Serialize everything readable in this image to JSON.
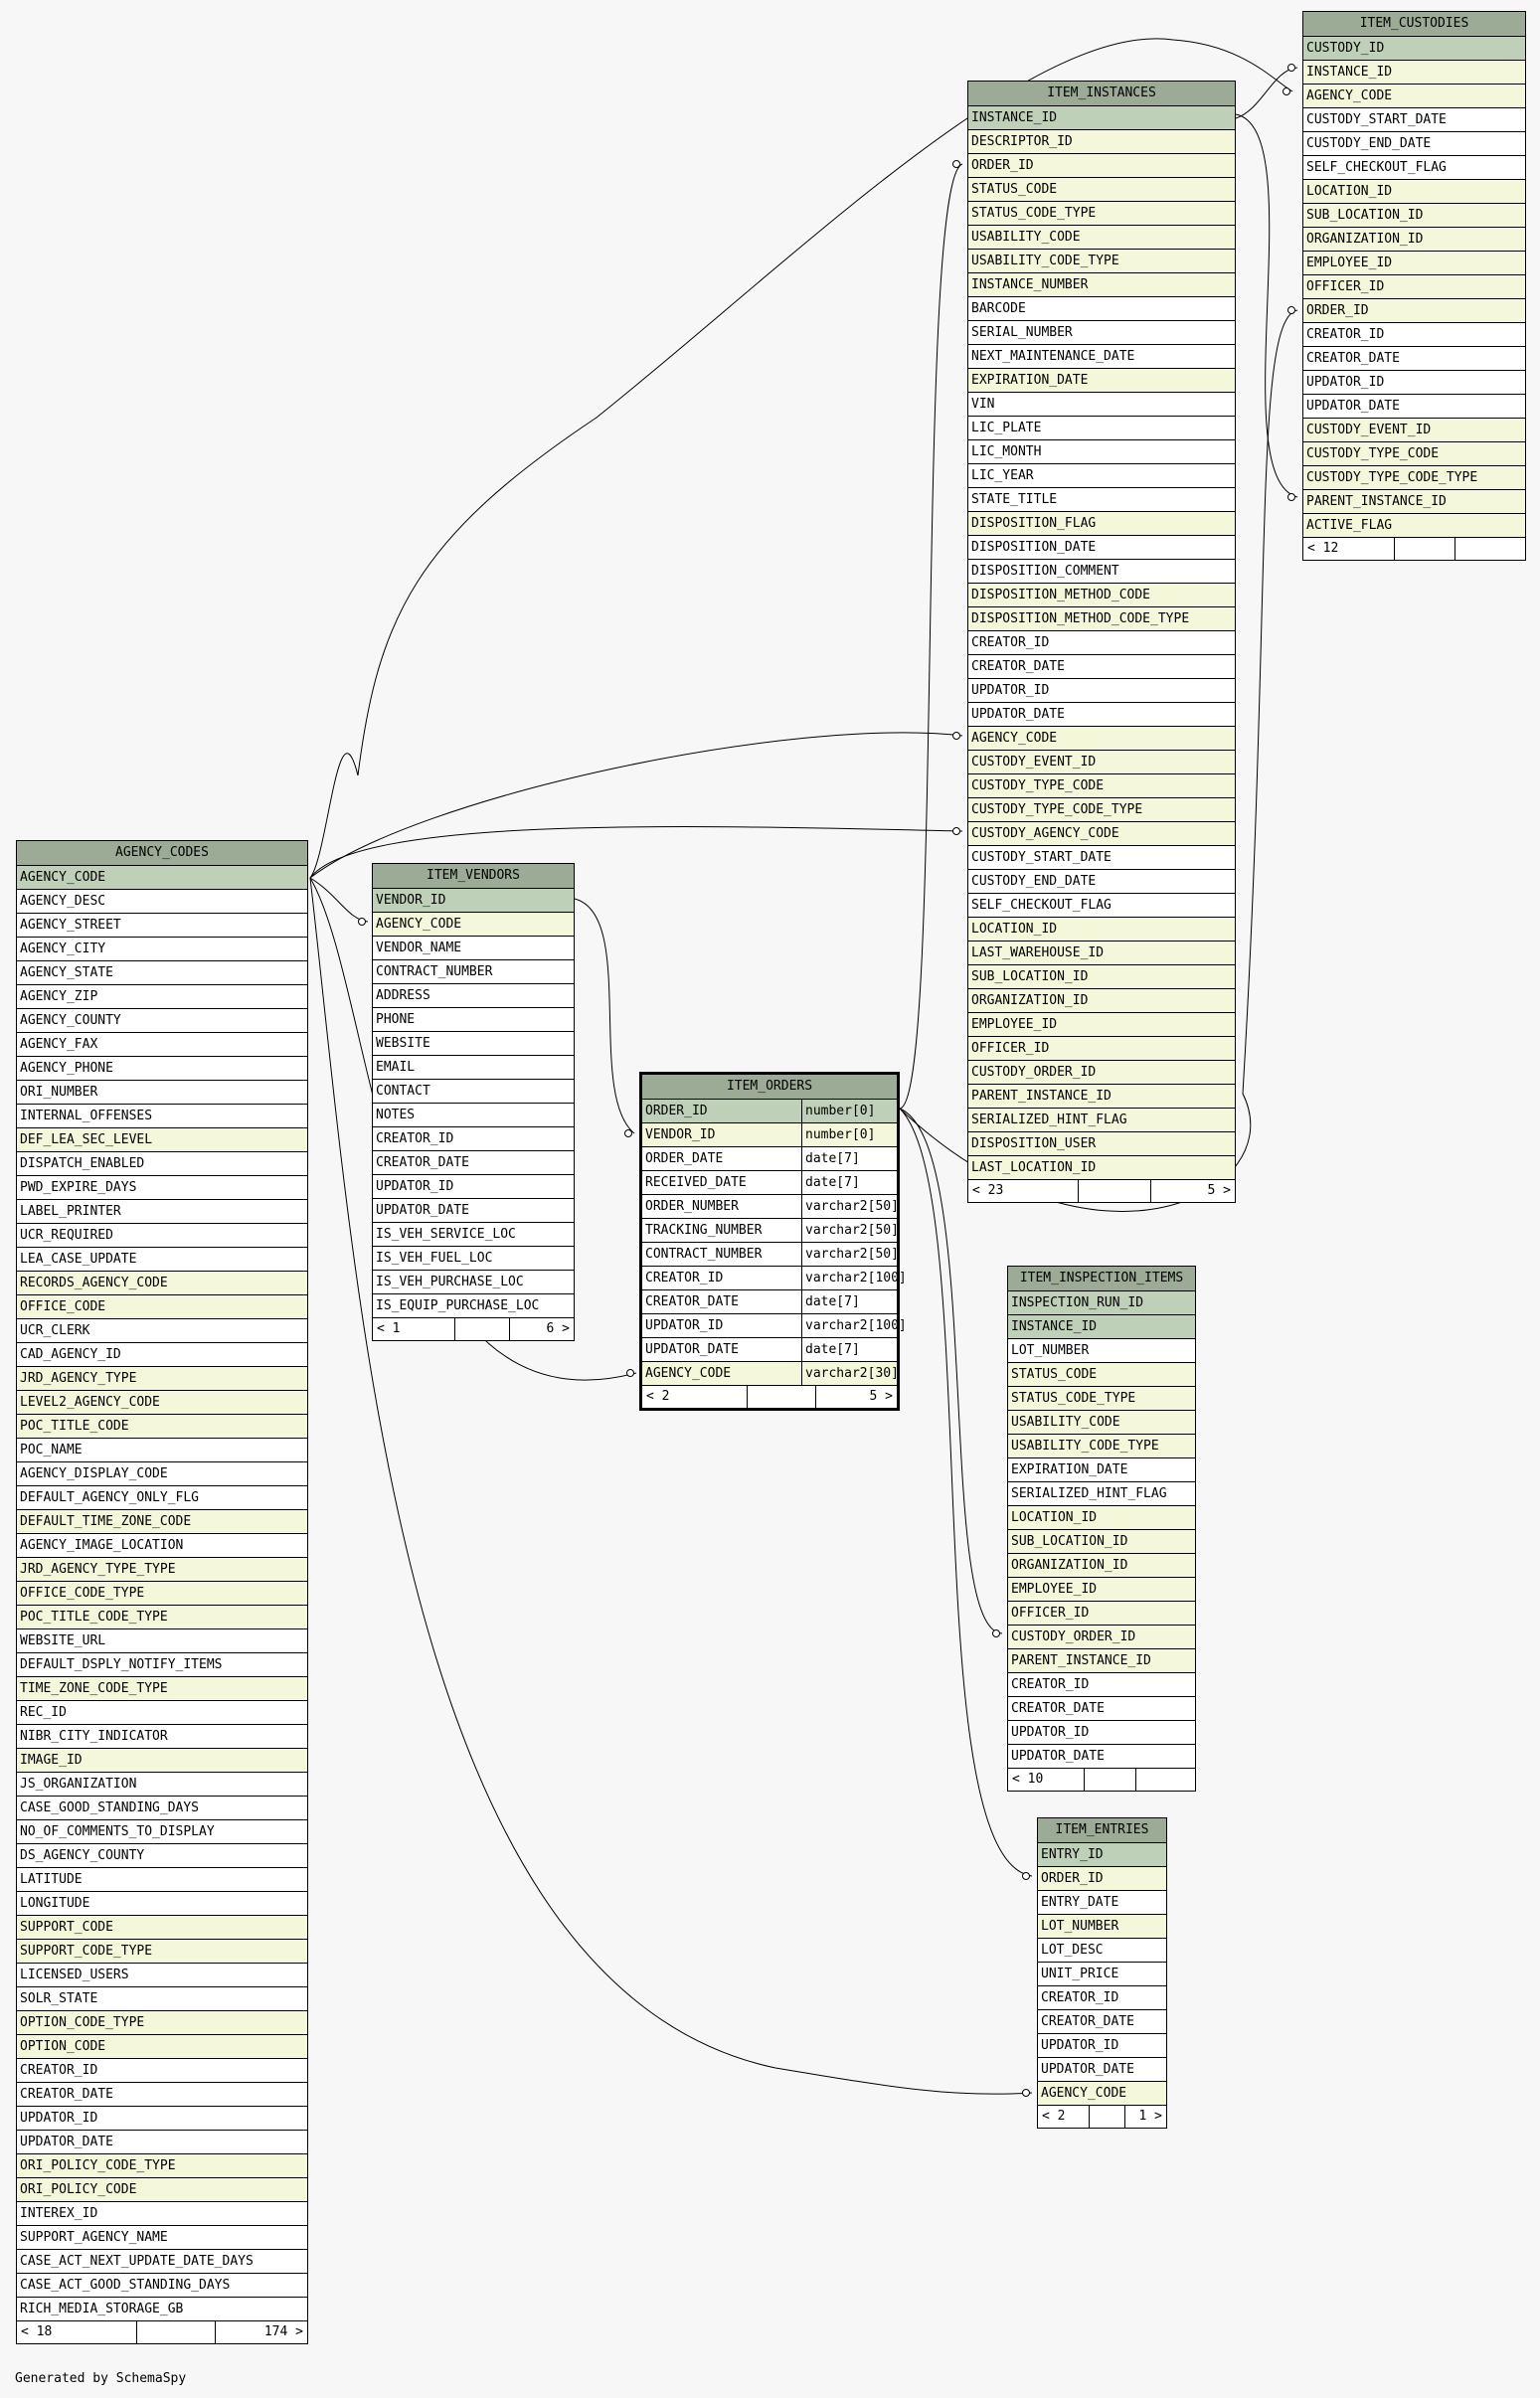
{
  "footer": "Generated by SchemaSpy",
  "colors": {
    "header": "#9bab96",
    "pk": "#bed1b8",
    "fk": "#f4f7da",
    "plain": "#ffffff",
    "background": "#f7f7f7"
  },
  "tables": [
    {
      "id": "item_custodies",
      "name": "ITEM_CUSTODIES",
      "columns": [
        {
          "name": "CUSTODY_ID",
          "k": "pk"
        },
        {
          "name": "INSTANCE_ID",
          "k": "fk"
        },
        {
          "name": "AGENCY_CODE",
          "k": "fk"
        },
        {
          "name": "CUSTODY_START_DATE",
          "k": "plain"
        },
        {
          "name": "CUSTODY_END_DATE",
          "k": "plain"
        },
        {
          "name": "SELF_CHECKOUT_FLAG",
          "k": "plain"
        },
        {
          "name": "LOCATION_ID",
          "k": "fk"
        },
        {
          "name": "SUB_LOCATION_ID",
          "k": "fk"
        },
        {
          "name": "ORGANIZATION_ID",
          "k": "fk"
        },
        {
          "name": "EMPLOYEE_ID",
          "k": "fk"
        },
        {
          "name": "OFFICER_ID",
          "k": "fk"
        },
        {
          "name": "ORDER_ID",
          "k": "fk"
        },
        {
          "name": "CREATOR_ID",
          "k": "plain"
        },
        {
          "name": "CREATOR_DATE",
          "k": "plain"
        },
        {
          "name": "UPDATOR_ID",
          "k": "plain"
        },
        {
          "name": "UPDATOR_DATE",
          "k": "plain"
        },
        {
          "name": "CUSTODY_EVENT_ID",
          "k": "fk"
        },
        {
          "name": "CUSTODY_TYPE_CODE",
          "k": "fk"
        },
        {
          "name": "CUSTODY_TYPE_CODE_TYPE",
          "k": "fk"
        },
        {
          "name": "PARENT_INSTANCE_ID",
          "k": "fk"
        },
        {
          "name": "ACTIVE_FLAG",
          "k": "fk"
        }
      ],
      "footer": {
        "left": "< 12",
        "right": ""
      }
    },
    {
      "id": "item_instances",
      "name": "ITEM_INSTANCES",
      "columns": [
        {
          "name": "INSTANCE_ID",
          "k": "pk"
        },
        {
          "name": "DESCRIPTOR_ID",
          "k": "fk"
        },
        {
          "name": "ORDER_ID",
          "k": "fk"
        },
        {
          "name": "STATUS_CODE",
          "k": "fk"
        },
        {
          "name": "STATUS_CODE_TYPE",
          "k": "fk"
        },
        {
          "name": "USABILITY_CODE",
          "k": "fk"
        },
        {
          "name": "USABILITY_CODE_TYPE",
          "k": "fk"
        },
        {
          "name": "INSTANCE_NUMBER",
          "k": "fk"
        },
        {
          "name": "BARCODE",
          "k": "plain"
        },
        {
          "name": "SERIAL_NUMBER",
          "k": "plain"
        },
        {
          "name": "NEXT_MAINTENANCE_DATE",
          "k": "plain"
        },
        {
          "name": "EXPIRATION_DATE",
          "k": "fk"
        },
        {
          "name": "VIN",
          "k": "plain"
        },
        {
          "name": "LIC_PLATE",
          "k": "plain"
        },
        {
          "name": "LIC_MONTH",
          "k": "plain"
        },
        {
          "name": "LIC_YEAR",
          "k": "plain"
        },
        {
          "name": "STATE_TITLE",
          "k": "plain"
        },
        {
          "name": "DISPOSITION_FLAG",
          "k": "fk"
        },
        {
          "name": "DISPOSITION_DATE",
          "k": "plain"
        },
        {
          "name": "DISPOSITION_COMMENT",
          "k": "plain"
        },
        {
          "name": "DISPOSITION_METHOD_CODE",
          "k": "fk"
        },
        {
          "name": "DISPOSITION_METHOD_CODE_TYPE",
          "k": "fk"
        },
        {
          "name": "CREATOR_ID",
          "k": "plain"
        },
        {
          "name": "CREATOR_DATE",
          "k": "plain"
        },
        {
          "name": "UPDATOR_ID",
          "k": "plain"
        },
        {
          "name": "UPDATOR_DATE",
          "k": "plain"
        },
        {
          "name": "AGENCY_CODE",
          "k": "fk"
        },
        {
          "name": "CUSTODY_EVENT_ID",
          "k": "fk"
        },
        {
          "name": "CUSTODY_TYPE_CODE",
          "k": "fk"
        },
        {
          "name": "CUSTODY_TYPE_CODE_TYPE",
          "k": "fk"
        },
        {
          "name": "CUSTODY_AGENCY_CODE",
          "k": "fk"
        },
        {
          "name": "CUSTODY_START_DATE",
          "k": "plain"
        },
        {
          "name": "CUSTODY_END_DATE",
          "k": "plain"
        },
        {
          "name": "SELF_CHECKOUT_FLAG",
          "k": "plain"
        },
        {
          "name": "LOCATION_ID",
          "k": "fk"
        },
        {
          "name": "LAST_WAREHOUSE_ID",
          "k": "fk"
        },
        {
          "name": "SUB_LOCATION_ID",
          "k": "fk"
        },
        {
          "name": "ORGANIZATION_ID",
          "k": "fk"
        },
        {
          "name": "EMPLOYEE_ID",
          "k": "fk"
        },
        {
          "name": "OFFICER_ID",
          "k": "fk"
        },
        {
          "name": "CUSTODY_ORDER_ID",
          "k": "fk"
        },
        {
          "name": "PARENT_INSTANCE_ID",
          "k": "fk"
        },
        {
          "name": "SERIALIZED_HINT_FLAG",
          "k": "fk"
        },
        {
          "name": "DISPOSITION_USER",
          "k": "fk"
        },
        {
          "name": "LAST_LOCATION_ID",
          "k": "fk"
        }
      ],
      "footer": {
        "left": "< 23",
        "right": "5 >"
      }
    },
    {
      "id": "agency_codes",
      "name": "AGENCY_CODES",
      "columns": [
        {
          "name": "AGENCY_CODE",
          "k": "pk"
        },
        {
          "name": "AGENCY_DESC",
          "k": "plain"
        },
        {
          "name": "AGENCY_STREET",
          "k": "plain"
        },
        {
          "name": "AGENCY_CITY",
          "k": "plain"
        },
        {
          "name": "AGENCY_STATE",
          "k": "plain"
        },
        {
          "name": "AGENCY_ZIP",
          "k": "plain"
        },
        {
          "name": "AGENCY_COUNTY",
          "k": "plain"
        },
        {
          "name": "AGENCY_FAX",
          "k": "plain"
        },
        {
          "name": "AGENCY_PHONE",
          "k": "plain"
        },
        {
          "name": "ORI_NUMBER",
          "k": "plain"
        },
        {
          "name": "INTERNAL_OFFENSES",
          "k": "plain"
        },
        {
          "name": "DEF_LEA_SEC_LEVEL",
          "k": "fk"
        },
        {
          "name": "DISPATCH_ENABLED",
          "k": "plain"
        },
        {
          "name": "PWD_EXPIRE_DAYS",
          "k": "plain"
        },
        {
          "name": "LABEL_PRINTER",
          "k": "plain"
        },
        {
          "name": "UCR_REQUIRED",
          "k": "plain"
        },
        {
          "name": "LEA_CASE_UPDATE",
          "k": "plain"
        },
        {
          "name": "RECORDS_AGENCY_CODE",
          "k": "fk"
        },
        {
          "name": "OFFICE_CODE",
          "k": "fk"
        },
        {
          "name": "UCR_CLERK",
          "k": "plain"
        },
        {
          "name": "CAD_AGENCY_ID",
          "k": "plain"
        },
        {
          "name": "JRD_AGENCY_TYPE",
          "k": "fk"
        },
        {
          "name": "LEVEL2_AGENCY_CODE",
          "k": "fk"
        },
        {
          "name": "POC_TITLE_CODE",
          "k": "fk"
        },
        {
          "name": "POC_NAME",
          "k": "plain"
        },
        {
          "name": "AGENCY_DISPLAY_CODE",
          "k": "plain"
        },
        {
          "name": "DEFAULT_AGENCY_ONLY_FLG",
          "k": "plain"
        },
        {
          "name": "DEFAULT_TIME_ZONE_CODE",
          "k": "fk"
        },
        {
          "name": "AGENCY_IMAGE_LOCATION",
          "k": "plain"
        },
        {
          "name": "JRD_AGENCY_TYPE_TYPE",
          "k": "fk"
        },
        {
          "name": "OFFICE_CODE_TYPE",
          "k": "fk"
        },
        {
          "name": "POC_TITLE_CODE_TYPE",
          "k": "fk"
        },
        {
          "name": "WEBSITE_URL",
          "k": "plain"
        },
        {
          "name": "DEFAULT_DSPLY_NOTIFY_ITEMS",
          "k": "plain"
        },
        {
          "name": "TIME_ZONE_CODE_TYPE",
          "k": "fk"
        },
        {
          "name": "REC_ID",
          "k": "plain"
        },
        {
          "name": "NIBR_CITY_INDICATOR",
          "k": "plain"
        },
        {
          "name": "IMAGE_ID",
          "k": "fk"
        },
        {
          "name": "JS_ORGANIZATION",
          "k": "plain"
        },
        {
          "name": "CASE_GOOD_STANDING_DAYS",
          "k": "plain"
        },
        {
          "name": "NO_OF_COMMENTS_TO_DISPLAY",
          "k": "plain"
        },
        {
          "name": "DS_AGENCY_COUNTY",
          "k": "plain"
        },
        {
          "name": "LATITUDE",
          "k": "plain"
        },
        {
          "name": "LONGITUDE",
          "k": "plain"
        },
        {
          "name": "SUPPORT_CODE",
          "k": "fk"
        },
        {
          "name": "SUPPORT_CODE_TYPE",
          "k": "fk"
        },
        {
          "name": "LICENSED_USERS",
          "k": "plain"
        },
        {
          "name": "SOLR_STATE",
          "k": "plain"
        },
        {
          "name": "OPTION_CODE_TYPE",
          "k": "fk"
        },
        {
          "name": "OPTION_CODE",
          "k": "fk"
        },
        {
          "name": "CREATOR_ID",
          "k": "plain"
        },
        {
          "name": "CREATOR_DATE",
          "k": "plain"
        },
        {
          "name": "UPDATOR_ID",
          "k": "plain"
        },
        {
          "name": "UPDATOR_DATE",
          "k": "plain"
        },
        {
          "name": "ORI_POLICY_CODE_TYPE",
          "k": "fk"
        },
        {
          "name": "ORI_POLICY_CODE",
          "k": "fk"
        },
        {
          "name": "INTEREX_ID",
          "k": "plain"
        },
        {
          "name": "SUPPORT_AGENCY_NAME",
          "k": "plain"
        },
        {
          "name": "CASE_ACT_NEXT_UPDATE_DATE_DAYS",
          "k": "plain"
        },
        {
          "name": "CASE_ACT_GOOD_STANDING_DAYS",
          "k": "plain"
        },
        {
          "name": "RICH_MEDIA_STORAGE_GB",
          "k": "plain"
        }
      ],
      "footer": {
        "left": "< 18",
        "right": "174 >"
      }
    },
    {
      "id": "item_vendors",
      "name": "ITEM_VENDORS",
      "columns": [
        {
          "name": "VENDOR_ID",
          "k": "pk"
        },
        {
          "name": "AGENCY_CODE",
          "k": "fk"
        },
        {
          "name": "VENDOR_NAME",
          "k": "plain"
        },
        {
          "name": "CONTRACT_NUMBER",
          "k": "plain"
        },
        {
          "name": "ADDRESS",
          "k": "plain"
        },
        {
          "name": "PHONE",
          "k": "plain"
        },
        {
          "name": "WEBSITE",
          "k": "plain"
        },
        {
          "name": "EMAIL",
          "k": "plain"
        },
        {
          "name": "CONTACT",
          "k": "plain"
        },
        {
          "name": "NOTES",
          "k": "plain"
        },
        {
          "name": "CREATOR_ID",
          "k": "plain"
        },
        {
          "name": "CREATOR_DATE",
          "k": "plain"
        },
        {
          "name": "UPDATOR_ID",
          "k": "plain"
        },
        {
          "name": "UPDATOR_DATE",
          "k": "plain"
        },
        {
          "name": "IS_VEH_SERVICE_LOC",
          "k": "plain"
        },
        {
          "name": "IS_VEH_FUEL_LOC",
          "k": "plain"
        },
        {
          "name": "IS_VEH_PURCHASE_LOC",
          "k": "plain"
        },
        {
          "name": "IS_EQUIP_PURCHASE_LOC",
          "k": "plain"
        }
      ],
      "footer": {
        "left": "< 1",
        "right": "6 >"
      }
    },
    {
      "id": "item_orders",
      "name": "ITEM_ORDERS",
      "focus": true,
      "columns": [
        {
          "name": "ORDER_ID",
          "type": "number[0]",
          "k": "pk"
        },
        {
          "name": "VENDOR_ID",
          "type": "number[0]",
          "k": "fk"
        },
        {
          "name": "ORDER_DATE",
          "type": "date[7]",
          "k": "plain"
        },
        {
          "name": "RECEIVED_DATE",
          "type": "date[7]",
          "k": "plain"
        },
        {
          "name": "ORDER_NUMBER",
          "type": "varchar2[50]",
          "k": "plain"
        },
        {
          "name": "TRACKING_NUMBER",
          "type": "varchar2[50]",
          "k": "plain"
        },
        {
          "name": "CONTRACT_NUMBER",
          "type": "varchar2[50]",
          "k": "plain"
        },
        {
          "name": "CREATOR_ID",
          "type": "varchar2[100]",
          "k": "plain"
        },
        {
          "name": "CREATOR_DATE",
          "type": "date[7]",
          "k": "plain"
        },
        {
          "name": "UPDATOR_ID",
          "type": "varchar2[100]",
          "k": "plain"
        },
        {
          "name": "UPDATOR_DATE",
          "type": "date[7]",
          "k": "plain"
        },
        {
          "name": "AGENCY_CODE",
          "type": "varchar2[30]",
          "k": "fk"
        }
      ],
      "footer": {
        "left": "< 2",
        "right": "5 >"
      }
    },
    {
      "id": "item_inspection_items",
      "name": "ITEM_INSPECTION_ITEMS",
      "columns": [
        {
          "name": "INSPECTION_RUN_ID",
          "k": "pk"
        },
        {
          "name": "INSTANCE_ID",
          "k": "pk"
        },
        {
          "name": "LOT_NUMBER",
          "k": "plain"
        },
        {
          "name": "STATUS_CODE",
          "k": "fk"
        },
        {
          "name": "STATUS_CODE_TYPE",
          "k": "fk"
        },
        {
          "name": "USABILITY_CODE",
          "k": "fk"
        },
        {
          "name": "USABILITY_CODE_TYPE",
          "k": "fk"
        },
        {
          "name": "EXPIRATION_DATE",
          "k": "plain"
        },
        {
          "name": "SERIALIZED_HINT_FLAG",
          "k": "plain"
        },
        {
          "name": "LOCATION_ID",
          "k": "fk"
        },
        {
          "name": "SUB_LOCATION_ID",
          "k": "fk"
        },
        {
          "name": "ORGANIZATION_ID",
          "k": "fk"
        },
        {
          "name": "EMPLOYEE_ID",
          "k": "fk"
        },
        {
          "name": "OFFICER_ID",
          "k": "fk"
        },
        {
          "name": "CUSTODY_ORDER_ID",
          "k": "fk"
        },
        {
          "name": "PARENT_INSTANCE_ID",
          "k": "fk"
        },
        {
          "name": "CREATOR_ID",
          "k": "plain"
        },
        {
          "name": "CREATOR_DATE",
          "k": "plain"
        },
        {
          "name": "UPDATOR_ID",
          "k": "plain"
        },
        {
          "name": "UPDATOR_DATE",
          "k": "plain"
        }
      ],
      "footer": {
        "left": "< 10",
        "right": ""
      }
    },
    {
      "id": "item_entries",
      "name": "ITEM_ENTRIES",
      "columns": [
        {
          "name": "ENTRY_ID",
          "k": "pk"
        },
        {
          "name": "ORDER_ID",
          "k": "fk"
        },
        {
          "name": "ENTRY_DATE",
          "k": "plain"
        },
        {
          "name": "LOT_NUMBER",
          "k": "fk"
        },
        {
          "name": "LOT_DESC",
          "k": "plain"
        },
        {
          "name": "UNIT_PRICE",
          "k": "plain"
        },
        {
          "name": "CREATOR_ID",
          "k": "plain"
        },
        {
          "name": "CREATOR_DATE",
          "k": "plain"
        },
        {
          "name": "UPDATOR_ID",
          "k": "plain"
        },
        {
          "name": "UPDATOR_DATE",
          "k": "plain"
        },
        {
          "name": "AGENCY_CODE",
          "k": "fk"
        }
      ],
      "footer": {
        "left": "< 2",
        "right": "1 >"
      }
    }
  ]
}
